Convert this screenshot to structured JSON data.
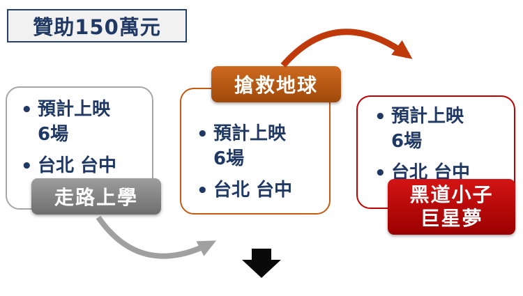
{
  "title": {
    "label": "贊助150萬元"
  },
  "cards": {
    "left": {
      "bullets": {
        "screenings_line1": "預計上映",
        "screenings_line2": "6場",
        "cities": "台北 台中"
      },
      "tag": "走路上學"
    },
    "middle": {
      "bullets": {
        "screenings_line1": "預計上映",
        "screenings_line2": "6場",
        "cities": "台北 台中"
      },
      "tag": "搶救地球"
    },
    "right": {
      "bullets": {
        "screenings_line1": "預計上映",
        "screenings_line2": "6場",
        "cities": "台北 台中"
      },
      "tag_line1": "黑道小子",
      "tag_line2": "巨星夢"
    }
  },
  "colors": {
    "navy_text": "#1F3864",
    "title_border": "#24406B",
    "gray_tag": "#7F7F7F",
    "orange_tag": "#BF5B17",
    "red_tag": "#C00000",
    "red_arrow": "#C0390B",
    "gray_arrow": "#A0A0A0",
    "black_arrow": "#0A0A0A"
  },
  "icons": {
    "red_arrow": "curved-arrow-right",
    "gray_arrow": "curved-arrow-right",
    "down_arrow": "block-arrow-down"
  }
}
